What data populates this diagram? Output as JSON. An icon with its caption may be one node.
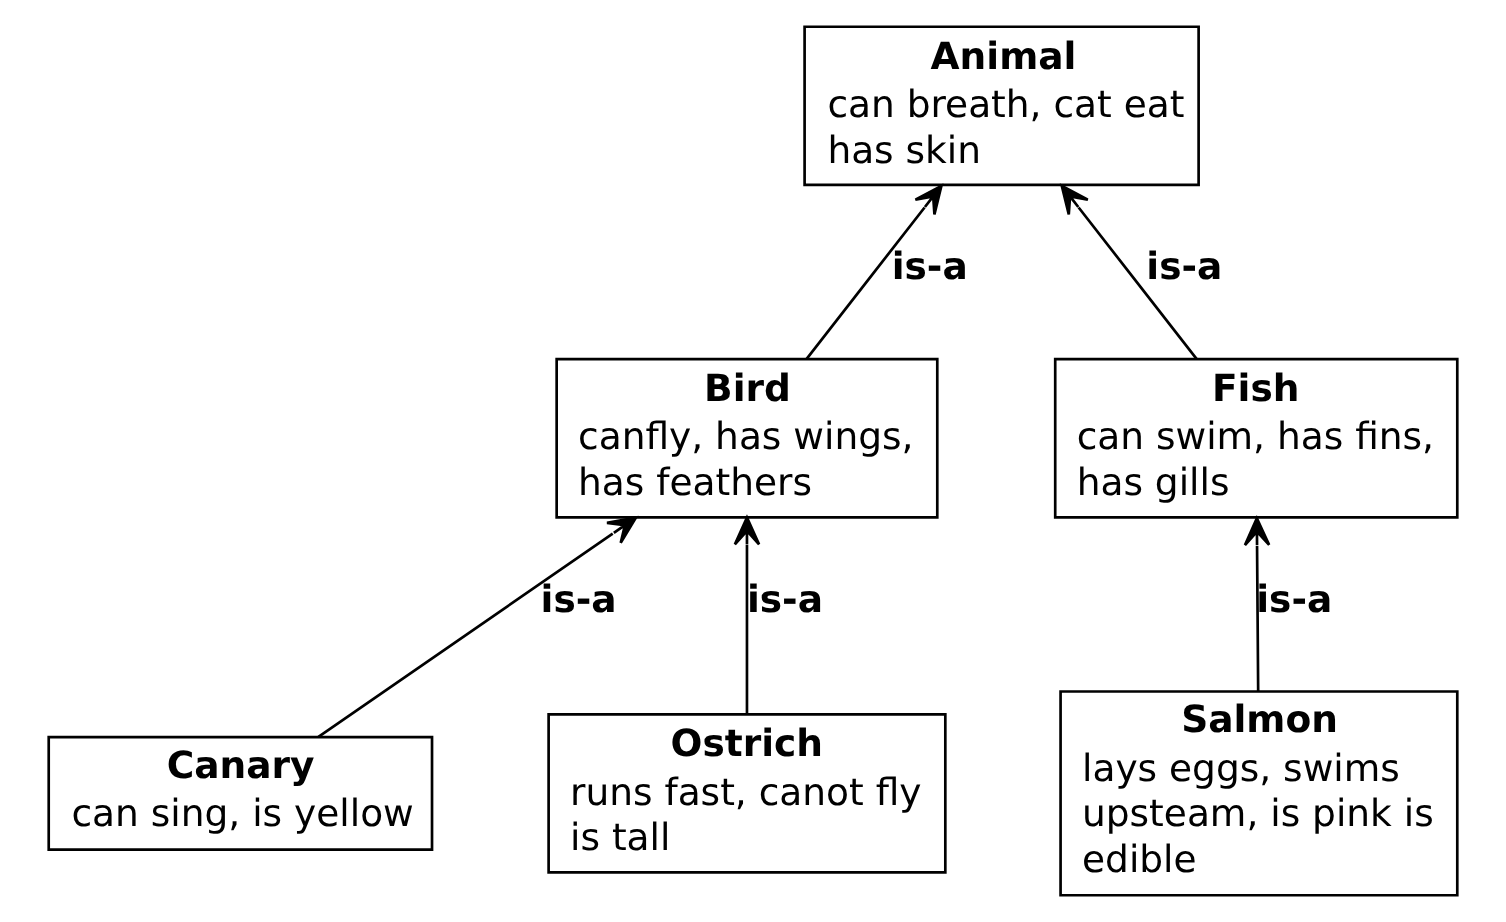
{
  "diagram": {
    "nodes": [
      {
        "text": [
          "Animal",
          "can breath, cat eat has skin"
        ]
      },
      {
        "text": [
          "Bird",
          "canfly, has wings, has feathers"
        ]
      },
      {
        "text": [
          "Fish",
          "can swim, has fins, has gills"
        ]
      },
      {
        "text": [
          "Canary",
          "can sing, is yellow"
        ]
      },
      {
        "text": [
          "Ostrich",
          "runs fast, canot fly is tall"
        ]
      },
      {
        "text": [
          "Salmon",
          "lays eggs, swims upsteam, is pink is edible"
        ]
      }
    ],
    "edges": [
      {
        "from": 1,
        "to": 0,
        "arrow": "to",
        "label": "is-a"
      },
      {
        "from": 2,
        "to": 0,
        "arrow": "to",
        "label": "is-a"
      },
      {
        "from": 3,
        "to": 1,
        "arrow": "to",
        "label": "is-a"
      },
      {
        "from": 4,
        "to": 1,
        "arrow": "to",
        "label": "is-a"
      },
      {
        "from": 5,
        "to": 2,
        "arrow": "to",
        "label": "is-a"
      }
    ]
  }
}
